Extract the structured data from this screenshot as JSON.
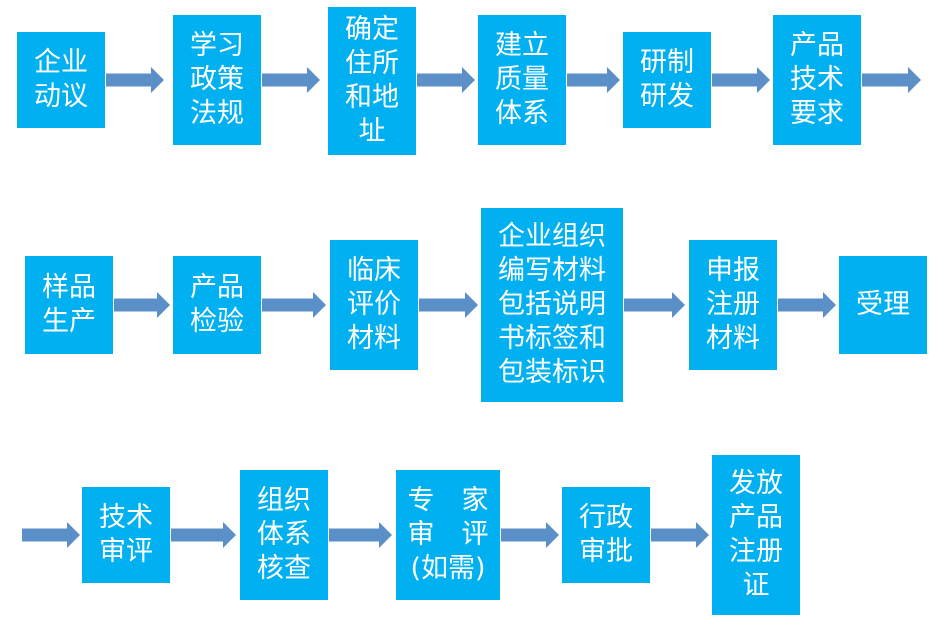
{
  "arrow_color": "#5a8fc8",
  "box_color": "#00b0f0",
  "steps": [
    {
      "label": "企业\n动议"
    },
    {
      "label": "学习\n政策\n法规"
    },
    {
      "label": "确定\n住所\n和地\n址"
    },
    {
      "label": "建立\n质量\n体系"
    },
    {
      "label": "研制\n研发"
    },
    {
      "label": "产品\n技术\n要求"
    },
    {
      "label": "样品\n生产"
    },
    {
      "label": "产品\n检验"
    },
    {
      "label": "临床\n评价\n材料"
    },
    {
      "label": "企业组织\n编写材料\n包括说明\n书标签和\n包装标识"
    },
    {
      "label": "申报\n注册\n材料"
    },
    {
      "label": "受理"
    },
    {
      "label": "技术\n审评"
    },
    {
      "label": "组织\n体系\n核查"
    },
    {
      "label": "专　家\n审　评\n(如需)"
    },
    {
      "label": "行政\n审批"
    },
    {
      "label": "发放\n产品\n注册\n证"
    }
  ]
}
